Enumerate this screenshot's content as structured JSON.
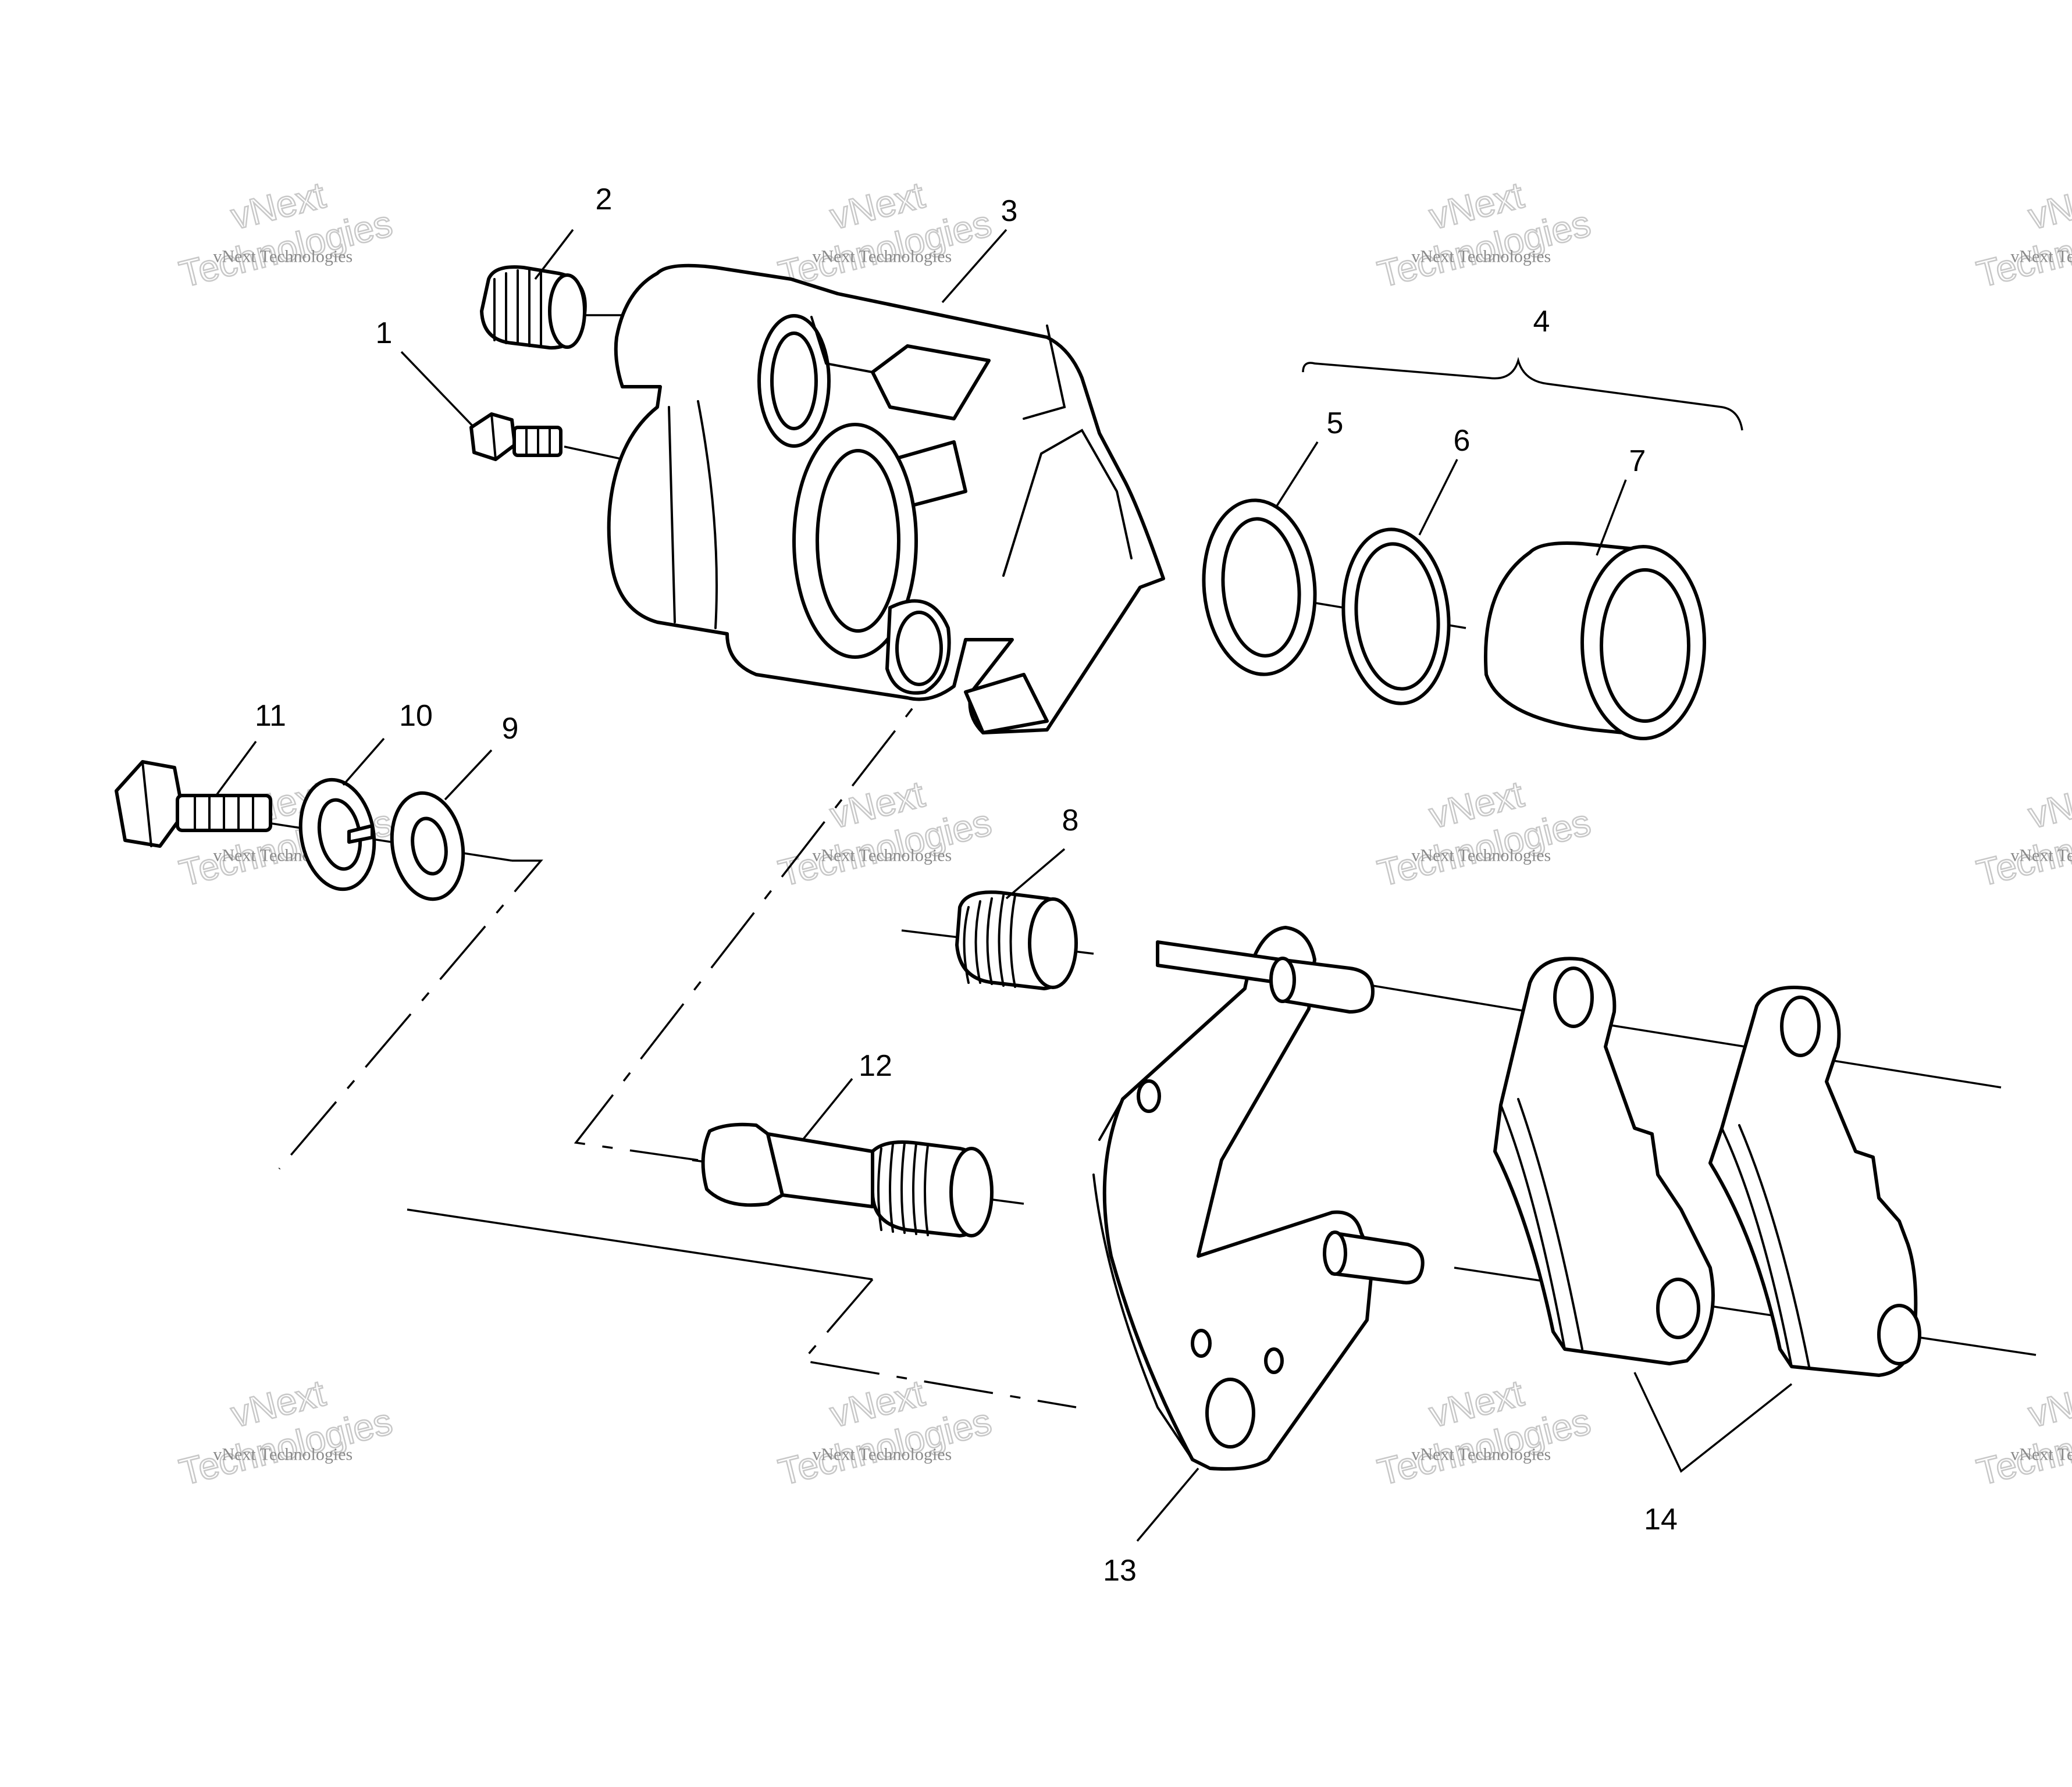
{
  "callouts": {
    "c1": "1",
    "c2": "2",
    "c3": "3",
    "c4": "4",
    "c5": "5",
    "c6": "6",
    "c7": "7",
    "c8": "8",
    "c9": "9",
    "c10": "10",
    "c11": "11",
    "c12": "12",
    "c13": "13",
    "c14": "14"
  },
  "watermark": {
    "brand": "vNext Technologies",
    "line1": "vNext",
    "line2": "Technologies"
  }
}
